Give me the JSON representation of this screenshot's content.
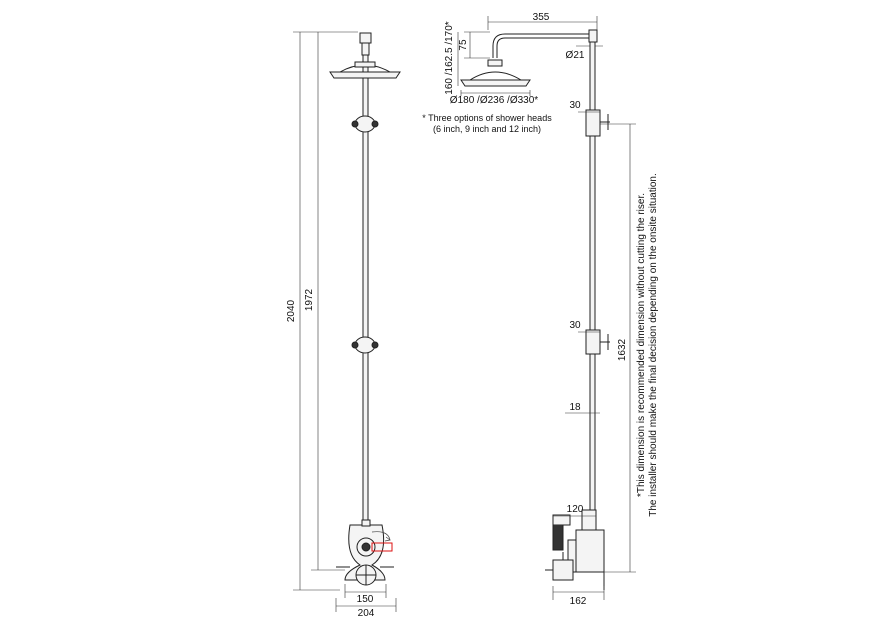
{
  "front_view": {
    "overall_height": "2040",
    "riser_height": "1972",
    "valve_centres": "150",
    "valve_width": "204"
  },
  "head_detail": {
    "arm_length": "355",
    "arm_drop": "75",
    "head_heights": "160 /162.5 /170*",
    "head_diameters": "Ø180 /Ø236 /Ø330*",
    "riser_diameter": "Ø21",
    "note_line1": "* Three options of shower heads",
    "note_line2": "(6 inch, 9 inch and 12 inch)"
  },
  "side_view": {
    "bracket_top": "30",
    "bracket_mid": "30",
    "slide_offset": "18",
    "handle_offset": "120",
    "valve_depth": "162",
    "recommended_height": "1632",
    "note_line1": "*This dimension is recommended dimension without cutting the riser.",
    "note_line2": "The installer should make the final decision depending on the onsite situation."
  },
  "colors": {
    "line": "#222222",
    "accent": "#dd1111"
  }
}
